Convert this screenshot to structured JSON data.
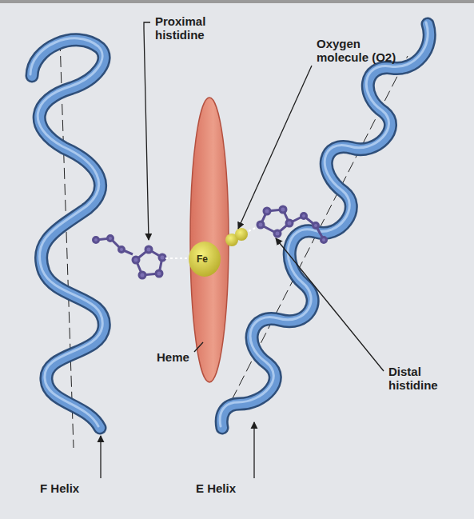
{
  "diagram": {
    "labels": [
      "Proximal histidine",
      "Oxygen molecule (O2)",
      "Fe",
      "Heme",
      "Distal histidine",
      "F Helix",
      "E Helix"
    ]
  }
}
